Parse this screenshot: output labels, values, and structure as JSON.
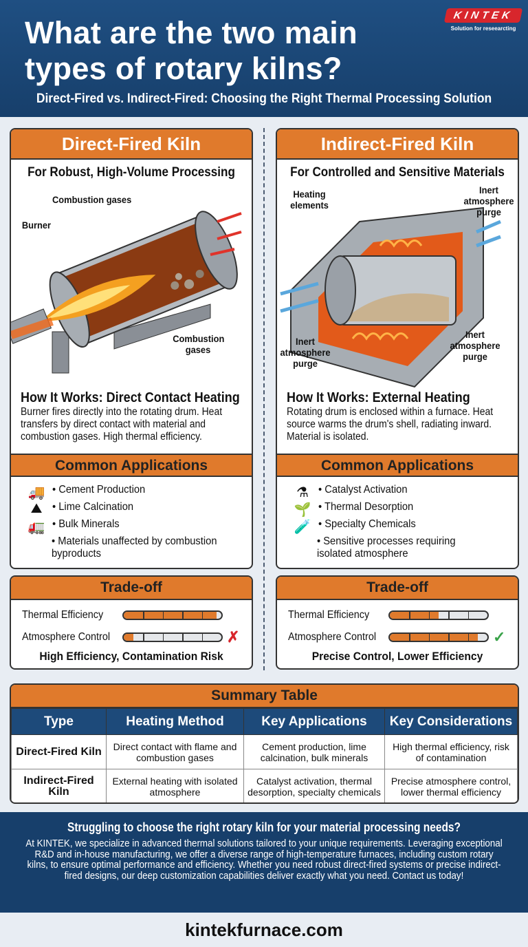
{
  "header": {
    "title": "What are the two main types of rotary kilns?",
    "subtitle": "Direct-Fired vs. Indirect-Fired: Choosing the Right Thermal Processing Solution",
    "logo": {
      "brand": "KINTEK",
      "tagline": "Solution for reseearcting"
    }
  },
  "colors": {
    "accent": "#e07a2c",
    "navy": "#1d4a7a",
    "bad": "#d8262c",
    "good": "#3aa34a"
  },
  "direct": {
    "title": "Direct-Fired Kiln",
    "subtitle": "For Robust, High-Volume Processing",
    "diagram_labels": {
      "burner": "Burner",
      "gases_top": "Combustion gases",
      "gases_bottom": "Combustion gases"
    },
    "how_title": "How It Works: Direct Contact Heating",
    "how_text": "Burner fires directly into the rotating drum. Heat transfers by direct contact with material and combustion gases. High thermal efficiency.",
    "apps_title": "Common Applications",
    "apps": [
      {
        "icon": "cement-truck-icon",
        "label": "• Cement Production"
      },
      {
        "icon": "lime-pile-icon",
        "label": "• Lime Calcination"
      },
      {
        "icon": "dump-truck-icon",
        "label": "• Bulk Minerals"
      },
      {
        "icon": "",
        "label": "• Materials unaffected by combustion byproducts"
      }
    ],
    "tradeoff": {
      "title": "Trade-off",
      "thermal_label": "Thermal Efficiency",
      "thermal_pct": 95,
      "atmo_label": "Atmosphere Control",
      "atmo_pct": 10,
      "mark": "cross-icon",
      "summary": "High Efficiency, Contamination Risk"
    }
  },
  "indirect": {
    "title": "Indirect-Fired Kiln",
    "subtitle": "For Controlled and Sensitive Materials",
    "diagram_labels": {
      "heating": "Heating elements",
      "purge_top": "Inert atmosphere purge",
      "purge_left": "Inert atmosphere purge",
      "purge_right": "Inert atmosphere purge"
    },
    "how_title": "How It Works: External Heating",
    "how_text": "Rotating drum is enclosed within a furnace. Heat source warms the drum's shell, radiating inward. Material is isolated.",
    "apps_title": "Common Applications",
    "apps": [
      {
        "icon": "flask-icon",
        "label": "• Catalyst Activation"
      },
      {
        "icon": "plant-soil-icon",
        "label": "• Thermal Desorption"
      },
      {
        "icon": "test-tubes-icon",
        "label": "• Specialty Chemicals"
      },
      {
        "icon": "",
        "label": "• Sensitive processes requiring isolated atmosphere"
      }
    ],
    "tradeoff": {
      "title": "Trade-off",
      "thermal_label": "Thermal Efficiency",
      "thermal_pct": 50,
      "atmo_label": "Atmosphere Control",
      "atmo_pct": 90,
      "mark": "check-icon",
      "summary": "Precise Control, Lower Efficiency"
    }
  },
  "summary": {
    "title": "Summary Table",
    "headers": [
      "Type",
      "Heating Method",
      "Key Applications",
      "Key Considerations"
    ],
    "rows": [
      [
        "Direct-Fired Kiln",
        "Direct contact with flame and combustion gases",
        "Cement production, lime calcination, bulk minerals",
        "High thermal efficiency, risk of contamination"
      ],
      [
        "Indirect-Fired Kiln",
        "External heating with isolated atmosphere",
        "Catalyst activation, thermal desorption, specialty chemicals",
        "Precise atmosphere control, lower thermal efficiency"
      ]
    ]
  },
  "footer": {
    "heading": "Struggling to choose the right rotary kiln for your material processing needs?",
    "text": "At KINTEK, we specialize in advanced thermal solutions tailored to your unique requirements. Leveraging exceptional R&D and in-house manufacturing, we offer a diverse range of high-temperature furnaces, including custom rotary kilns, to ensure optimal performance and efficiency. Whether you need robust direct-fired systems or precise indirect-fired designs, our deep customization capabilities deliver exactly what you need. Contact us today!",
    "website": "kintekfurnace.com"
  }
}
